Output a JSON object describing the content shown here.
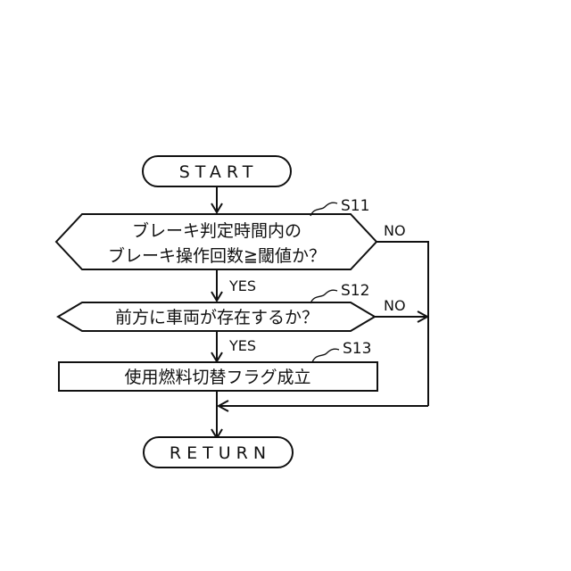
{
  "nodes": {
    "start": {
      "text": "START"
    },
    "s11": {
      "id": "S11",
      "line1": "ブレーキ判定時間内の",
      "line2": "ブレーキ操作回数≧閾値か？"
    },
    "s12": {
      "id": "S12",
      "text": "前方に車両が存在するか？"
    },
    "s13": {
      "id": "S13",
      "text": "使用燃料切替フラグ成立"
    },
    "ret": {
      "text": "RETURN"
    }
  },
  "edges": {
    "s11_yes": "YES",
    "s11_no": "NO",
    "s12_yes": "YES",
    "s12_no": "NO"
  }
}
